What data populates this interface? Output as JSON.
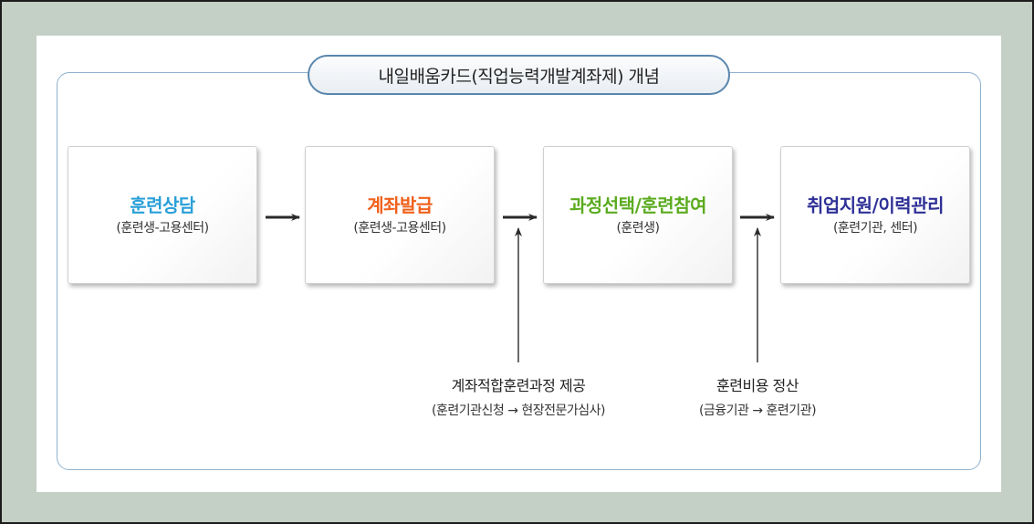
{
  "title": "내일배움카드(직업능력개발계좌제) 개념",
  "colors": {
    "step1": "#2a9fd8",
    "step2": "#f0611c",
    "step3": "#5bab1f",
    "step4": "#2f3197",
    "frame_border": "#8fb1cf",
    "pill_border": "#5a86ad",
    "arrow": "#2a2a2a"
  },
  "steps": [
    {
      "title": "훈련상담",
      "sub": "(훈련생-고용센터)"
    },
    {
      "title": "계좌발급",
      "sub": "(훈련생-고용센터)"
    },
    {
      "title": "과정선택/훈련참여",
      "sub": "(훈련생)"
    },
    {
      "title": "취업지원/이력관리",
      "sub": "(훈련기관, 센터)"
    }
  ],
  "inputs": [
    {
      "label": "계좌적합훈련과정 제공",
      "sub": "(훈련기관신청 → 현장전문가심사)"
    },
    {
      "label": "훈련비용 정산",
      "sub": "(금융기관 → 훈련기관)"
    }
  ],
  "icons": {
    "flow_arrow": "right-arrow-icon",
    "input_arrow": "up-arrow-icon"
  }
}
